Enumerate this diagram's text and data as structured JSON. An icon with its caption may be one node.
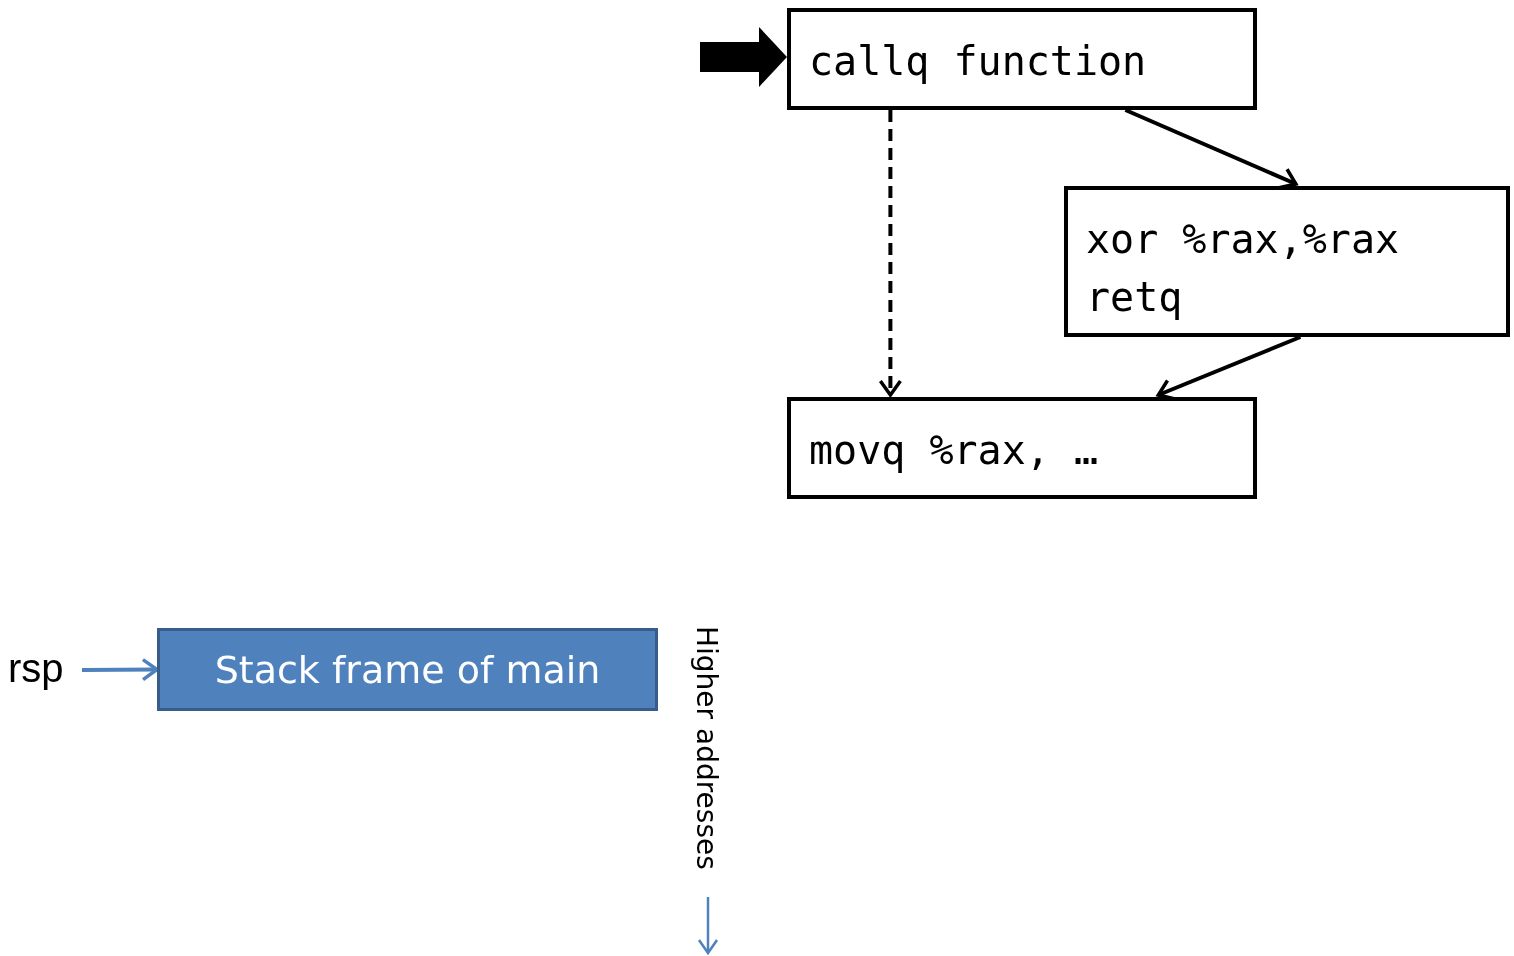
{
  "diagram": {
    "nodes": [
      {
        "text": [
          "callq function"
        ]
      },
      {
        "text": [
          "xor %rax,%rax",
          "retq"
        ]
      },
      {
        "text": [
          "movq %rax, …"
        ]
      },
      {
        "text": [
          "rsp"
        ]
      },
      {
        "text": [
          "Stack frame of main"
        ]
      }
    ],
    "edges": [
      {
        "from": null,
        "to": 0,
        "arrow": "to",
        "style": "thick"
      },
      {
        "from": 0,
        "to": 1,
        "arrow": "to"
      },
      {
        "from": 0,
        "to": 2,
        "arrow": "to",
        "style": "dashed"
      },
      {
        "from": 1,
        "to": 2,
        "arrow": "to"
      },
      {
        "from": 3,
        "to": 4,
        "arrow": "to",
        "color": "#4f81bd"
      }
    ],
    "labels": [
      "Higher addresses"
    ]
  }
}
